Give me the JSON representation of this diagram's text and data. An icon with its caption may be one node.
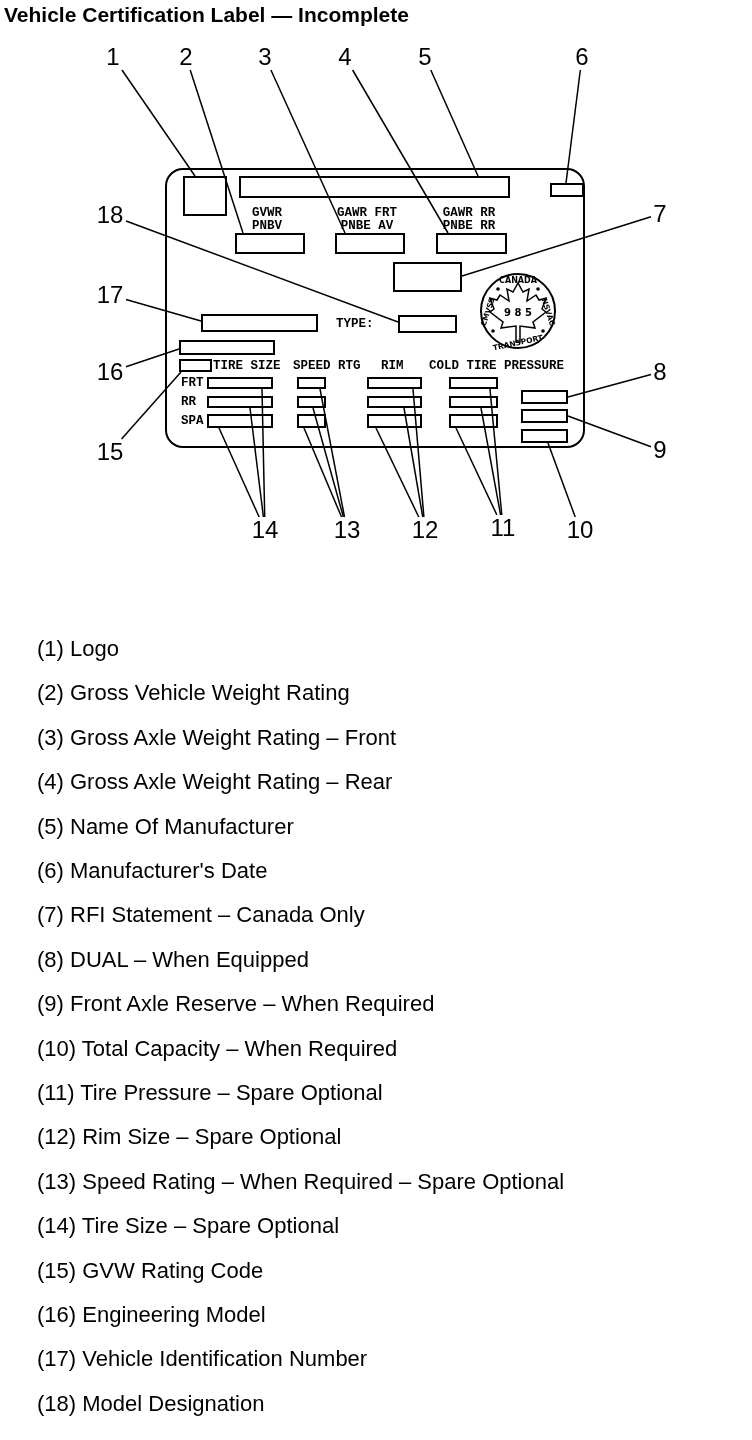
{
  "diagram": {
    "title": "Vehicle Certification Label — Incomplete",
    "nodes": [
      {
        "text": [],
        "shape": "box"
      },
      {
        "text": [
          "1"
        ]
      },
      {
        "text": [
          "2"
        ]
      },
      {
        "text": [
          "3"
        ]
      },
      {
        "text": [
          "4"
        ]
      },
      {
        "text": [
          "5"
        ]
      },
      {
        "text": [
          "6"
        ]
      },
      {
        "text": [
          "7"
        ]
      },
      {
        "text": [
          "8"
        ]
      },
      {
        "text": [
          "9"
        ]
      },
      {
        "text": [
          "10"
        ]
      },
      {
        "text": [
          "11"
        ]
      },
      {
        "text": [
          "12"
        ]
      },
      {
        "text": [
          "13"
        ]
      },
      {
        "text": [
          "14"
        ]
      },
      {
        "text": [
          "15"
        ]
      },
      {
        "text": [
          "16"
        ]
      },
      {
        "text": [
          "17"
        ]
      },
      {
        "text": [
          "18"
        ]
      },
      {
        "text": [],
        "shape": "box",
        "in": 0
      },
      {
        "text": [],
        "shape": "box",
        "in": 0
      },
      {
        "text": [],
        "shape": "box",
        "in": 0
      },
      {
        "text": [],
        "shape": "box",
        "in": 0
      },
      {
        "text": [],
        "shape": "box",
        "in": 0
      },
      {
        "text": [],
        "shape": "box",
        "in": 0
      },
      {
        "text": [],
        "shape": "box",
        "in": 0
      },
      {
        "text": [],
        "shape": "box",
        "in": 0
      },
      {
        "text": [],
        "shape": "box",
        "in": 0
      },
      {
        "text": [],
        "shape": "box",
        "in": 0
      },
      {
        "text": [],
        "shape": "box",
        "in": 0
      },
      {
        "text": [],
        "shape": "box",
        "in": 0
      },
      {
        "text": [],
        "shape": "box",
        "in": 0
      },
      {
        "text": [],
        "shape": "box",
        "in": 0
      },
      {
        "text": [],
        "shape": "box",
        "in": 0
      },
      {
        "text": [],
        "shape": "box",
        "in": 0
      },
      {
        "text": [],
        "shape": "box",
        "in": 0
      },
      {
        "text": [],
        "shape": "box",
        "in": 0
      },
      {
        "text": [],
        "shape": "box",
        "in": 0
      },
      {
        "text": [],
        "shape": "box",
        "in": 0
      },
      {
        "text": [],
        "shape": "box",
        "in": 0
      },
      {
        "text": [],
        "shape": "box",
        "in": 0
      },
      {
        "text": [],
        "shape": "box",
        "in": 0
      },
      {
        "text": [],
        "shape": "box",
        "in": 0
      },
      {
        "text": [],
        "shape": "box",
        "in": 0
      },
      {
        "text": [],
        "shape": "box",
        "in": 0
      }
    ],
    "edges": [
      {
        "from": 1,
        "to": 19,
        "arrow": "none"
      },
      {
        "from": 2,
        "to": 20,
        "arrow": "none"
      },
      {
        "from": 3,
        "to": 21,
        "arrow": "none"
      },
      {
        "from": 4,
        "to": 22,
        "arrow": "none"
      },
      {
        "from": 5,
        "to": 23,
        "arrow": "none"
      },
      {
        "from": 6,
        "to": 24,
        "arrow": "none"
      },
      {
        "from": 7,
        "to": 25,
        "arrow": "none"
      },
      {
        "from": 8,
        "to": 26,
        "arrow": "none"
      },
      {
        "from": 9,
        "to": 27,
        "arrow": "none"
      },
      {
        "from": 10,
        "to": 28,
        "arrow": "none"
      },
      {
        "from": 11,
        "to": 29,
        "arrow": "none"
      },
      {
        "from": 11,
        "to": 30,
        "arrow": "none"
      },
      {
        "from": 11,
        "to": 31,
        "arrow": "none"
      },
      {
        "from": 12,
        "to": 32,
        "arrow": "none"
      },
      {
        "from": 12,
        "to": 33,
        "arrow": "none"
      },
      {
        "from": 12,
        "to": 34,
        "arrow": "none"
      },
      {
        "from": 13,
        "to": 35,
        "arrow": "none"
      },
      {
        "from": 13,
        "to": 36,
        "arrow": "none"
      },
      {
        "from": 13,
        "to": 37,
        "arrow": "none"
      },
      {
        "from": 14,
        "to": 38,
        "arrow": "none"
      },
      {
        "from": 14,
        "to": 39,
        "arrow": "none"
      },
      {
        "from": 14,
        "to": 40,
        "arrow": "none"
      },
      {
        "from": 15,
        "to": 41,
        "arrow": "none"
      },
      {
        "from": 16,
        "to": 42,
        "arrow": "none"
      },
      {
        "from": 17,
        "to": 43,
        "arrow": "none"
      },
      {
        "from": 18,
        "to": 44,
        "arrow": "none"
      }
    ],
    "labels": [
      "GVWR PNBV",
      "GAWR FRT PNBE AV",
      "GAWR RR PNBE RR",
      "CANADA",
      "CMVSS",
      "9 8 5",
      "NSVAC",
      "TYPE:",
      "TRANSPORT",
      "TIRE SIZE",
      "SPEED RTG",
      "RIM",
      "COLD TIRE PRESSURE",
      "FRT",
      "RR",
      "SPA",
      "(1) Logo",
      "(2) Gross Vehicle Weight Rating",
      "(3) Gross Axle Weight Rating – Front",
      "(4) Gross Axle Weight Rating – Rear",
      "(5) Name Of Manufacturer",
      "(6) Manufacturer's Date",
      "(7) RFI Statement – Canada Only",
      "(8) DUAL – When Equipped",
      "(9) Front Axle Reserve – When Required",
      "(10) Total Capacity – When Required",
      "(11) Tire Pressure – Spare Optional",
      "(12) Rim Size – Spare Optional",
      "(13) Speed Rating – When Required – Spare Optional",
      "(14) Tire Size – Spare Optional",
      "(15) GVW Rating Code",
      "(16) Engineering Model",
      "(17) Vehicle Identification Number",
      "(18) Model Designation"
    ]
  }
}
